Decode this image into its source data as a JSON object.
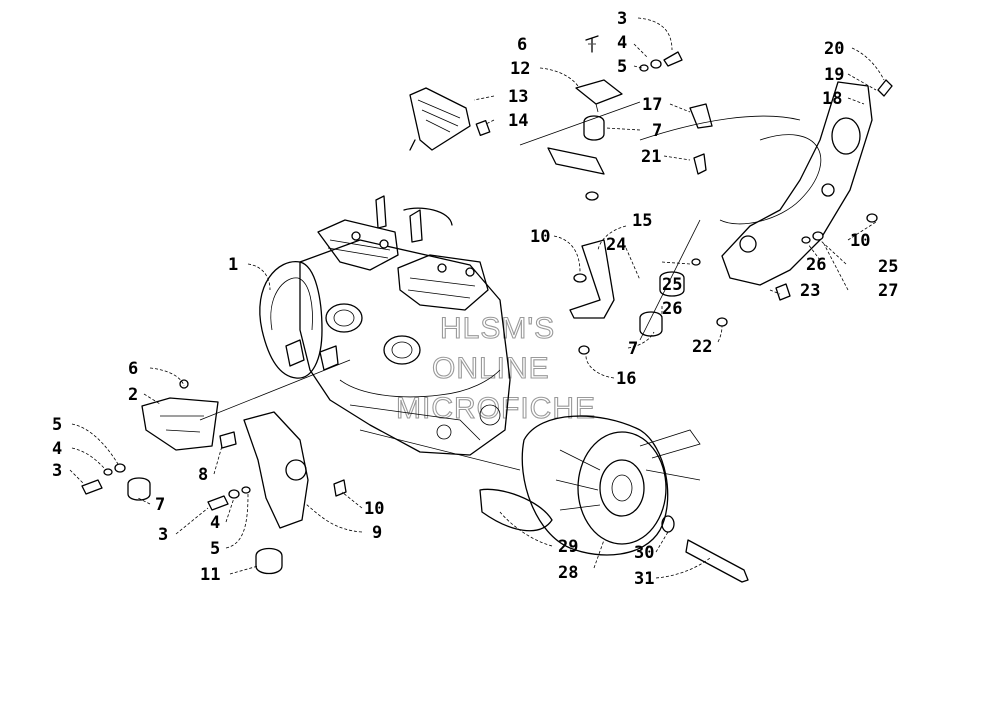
{
  "watermark": {
    "line1": "HLSM'S",
    "line2": "ONLINE",
    "line3": "MICROFICHE"
  },
  "callouts": {
    "c1": "1",
    "c2": "2",
    "c3a": "3",
    "c3b": "3",
    "c3c": "3",
    "c4a": "4",
    "c4b": "4",
    "c4c": "4",
    "c5a": "5",
    "c5b": "5",
    "c5c": "5",
    "c6a": "6",
    "c6b": "6",
    "c7a": "7",
    "c7b": "7",
    "c7c": "7",
    "c8": "8",
    "c9": "9",
    "c10a": "10",
    "c10b": "10",
    "c10c": "10",
    "c11": "11",
    "c12": "12",
    "c13": "13",
    "c14": "14",
    "c15": "15",
    "c16": "16",
    "c17": "17",
    "c18": "18",
    "c19": "19",
    "c20": "20",
    "c21": "21",
    "c22": "22",
    "c23": "23",
    "c24": "24",
    "c25a": "25",
    "c25b": "25",
    "c26a": "26",
    "c26b": "26",
    "c27": "27",
    "c28": "28",
    "c29": "29",
    "c30": "30",
    "c31": "31"
  }
}
